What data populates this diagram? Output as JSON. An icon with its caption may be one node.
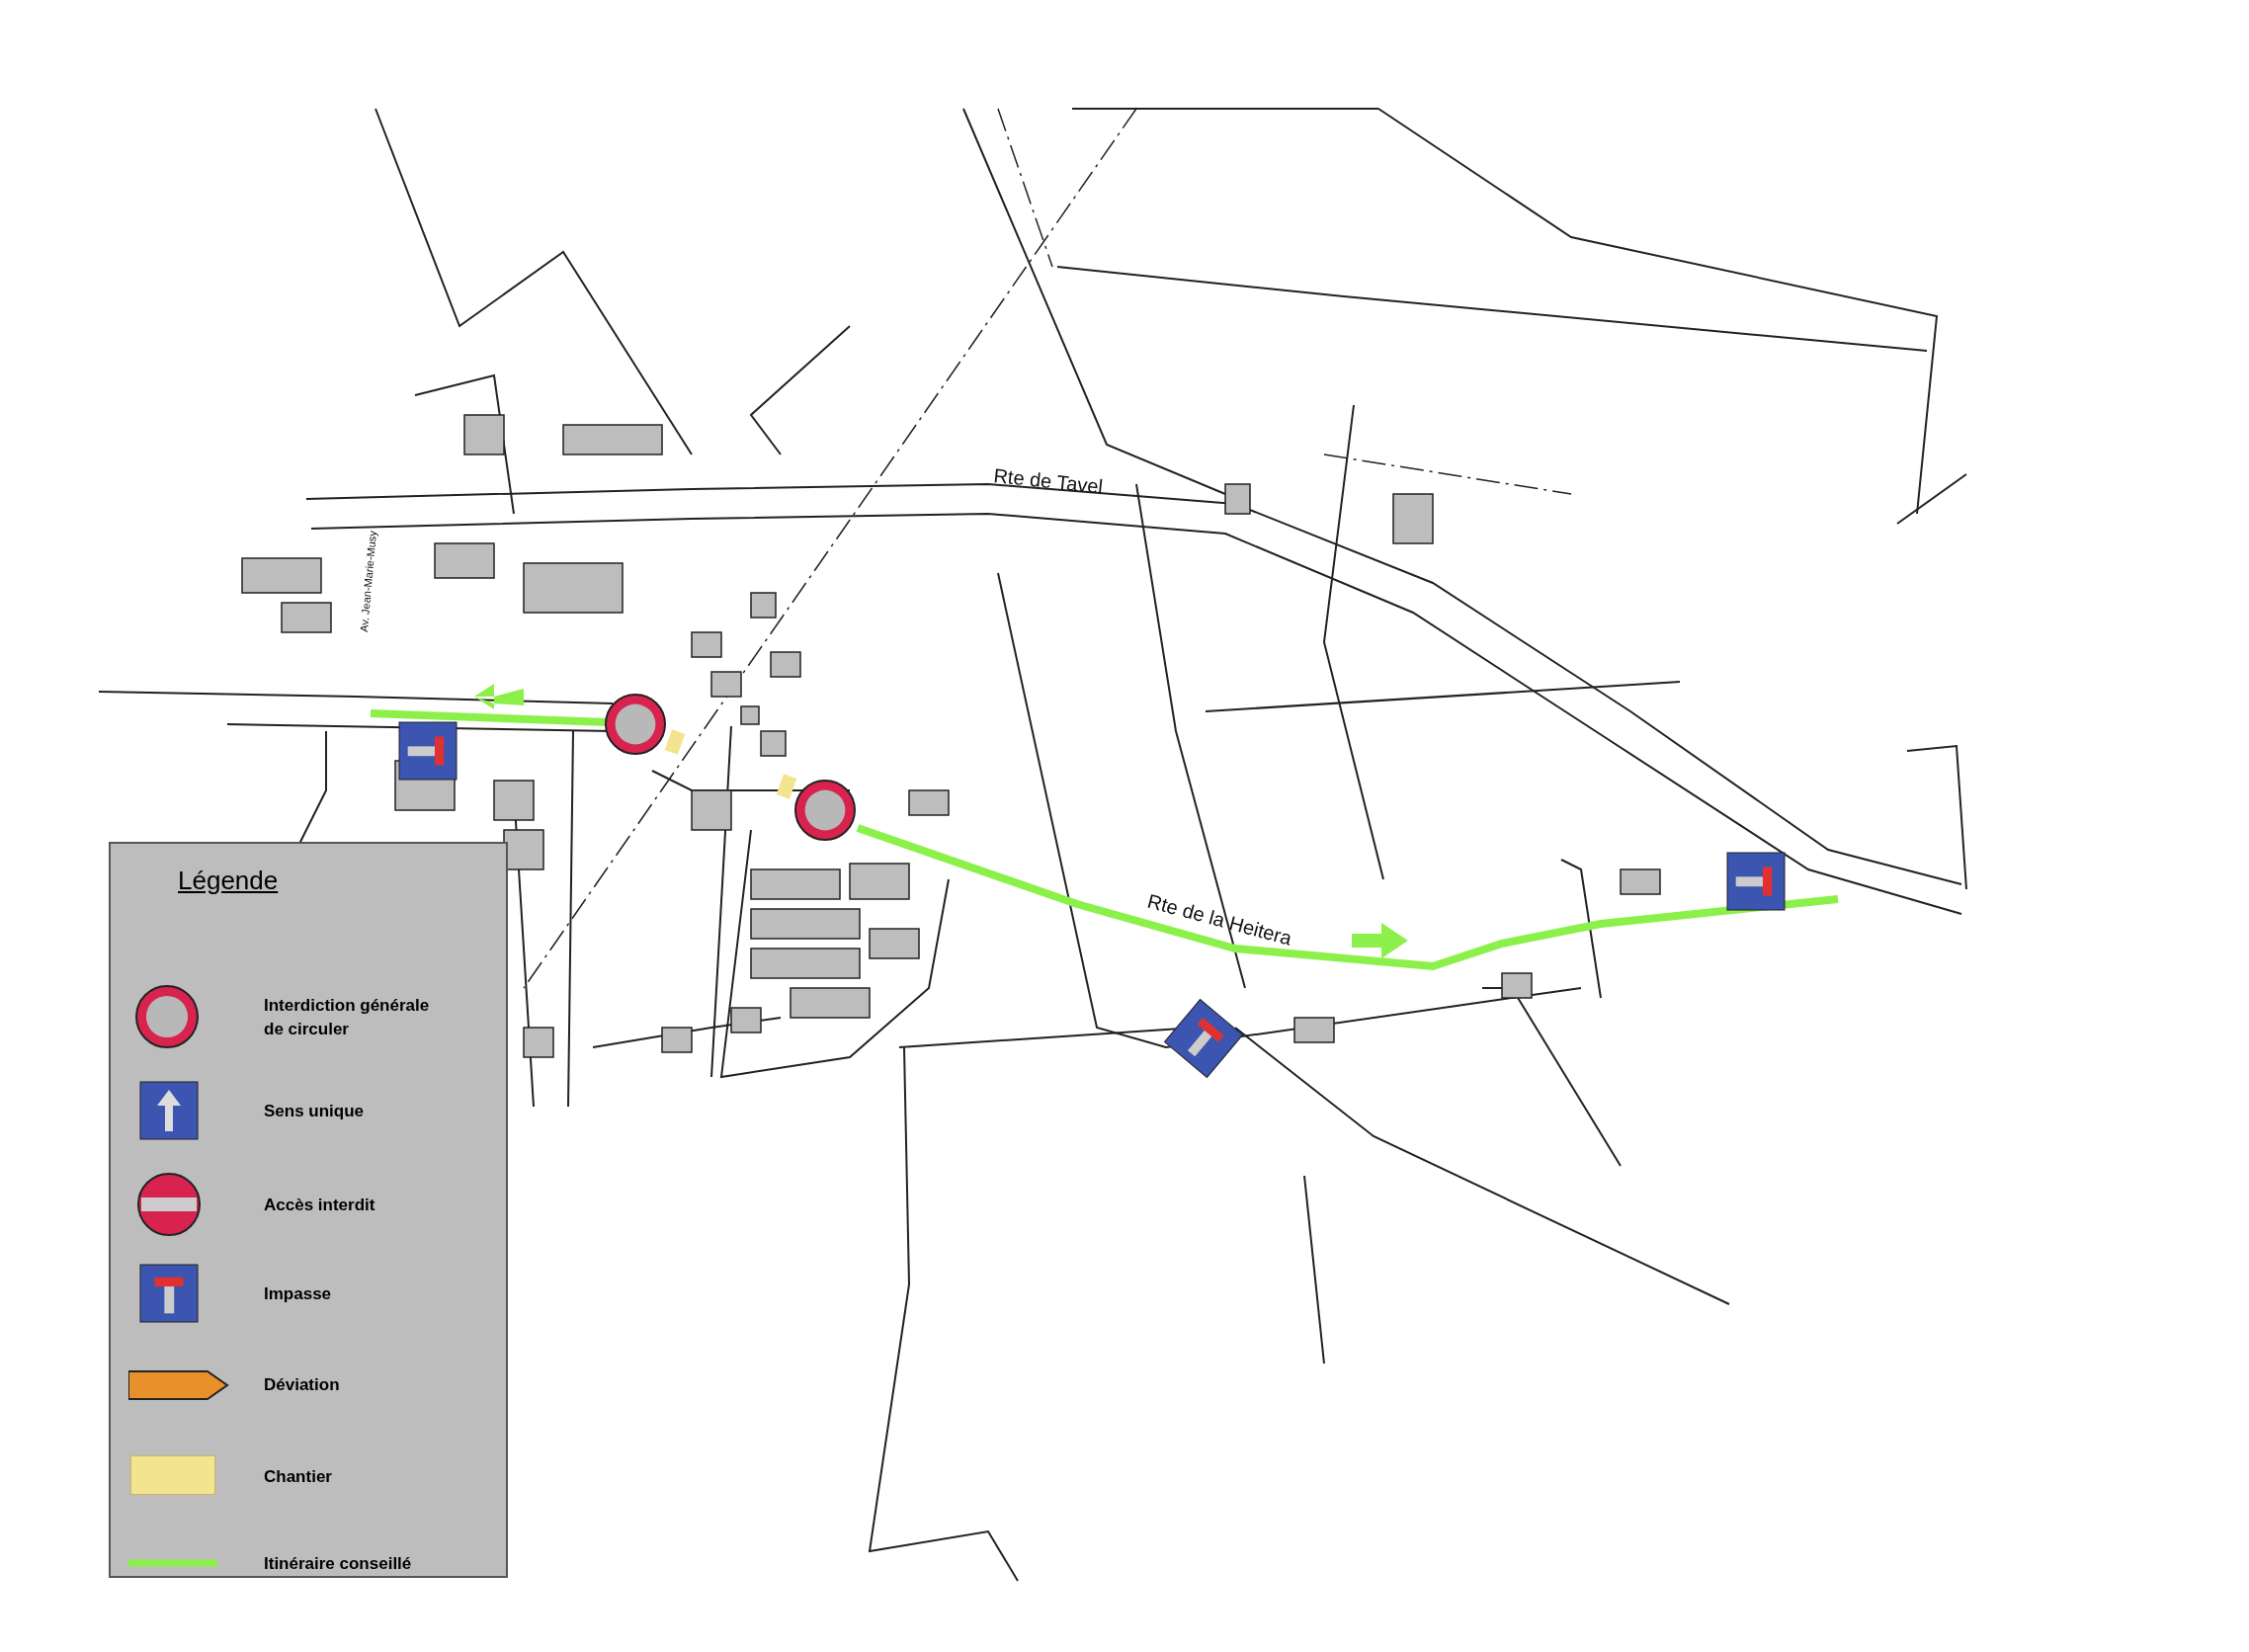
{
  "diagram": {
    "labels": [
      "Rte de Tavel",
      "Av. Jean-Marie-Musy",
      "Rte de la Heitera",
      "Légende"
    ],
    "legend": [
      {
        "text": "Interdiction générale de circuler"
      },
      {
        "text": "Sens unique"
      },
      {
        "text": "Accès interdit"
      },
      {
        "text": "Impasse"
      },
      {
        "text": "Déviation"
      },
      {
        "text": "Chantier",
        "color": "#f3e48f"
      },
      {
        "text": "Itinéraire conseillé"
      }
    ]
  }
}
